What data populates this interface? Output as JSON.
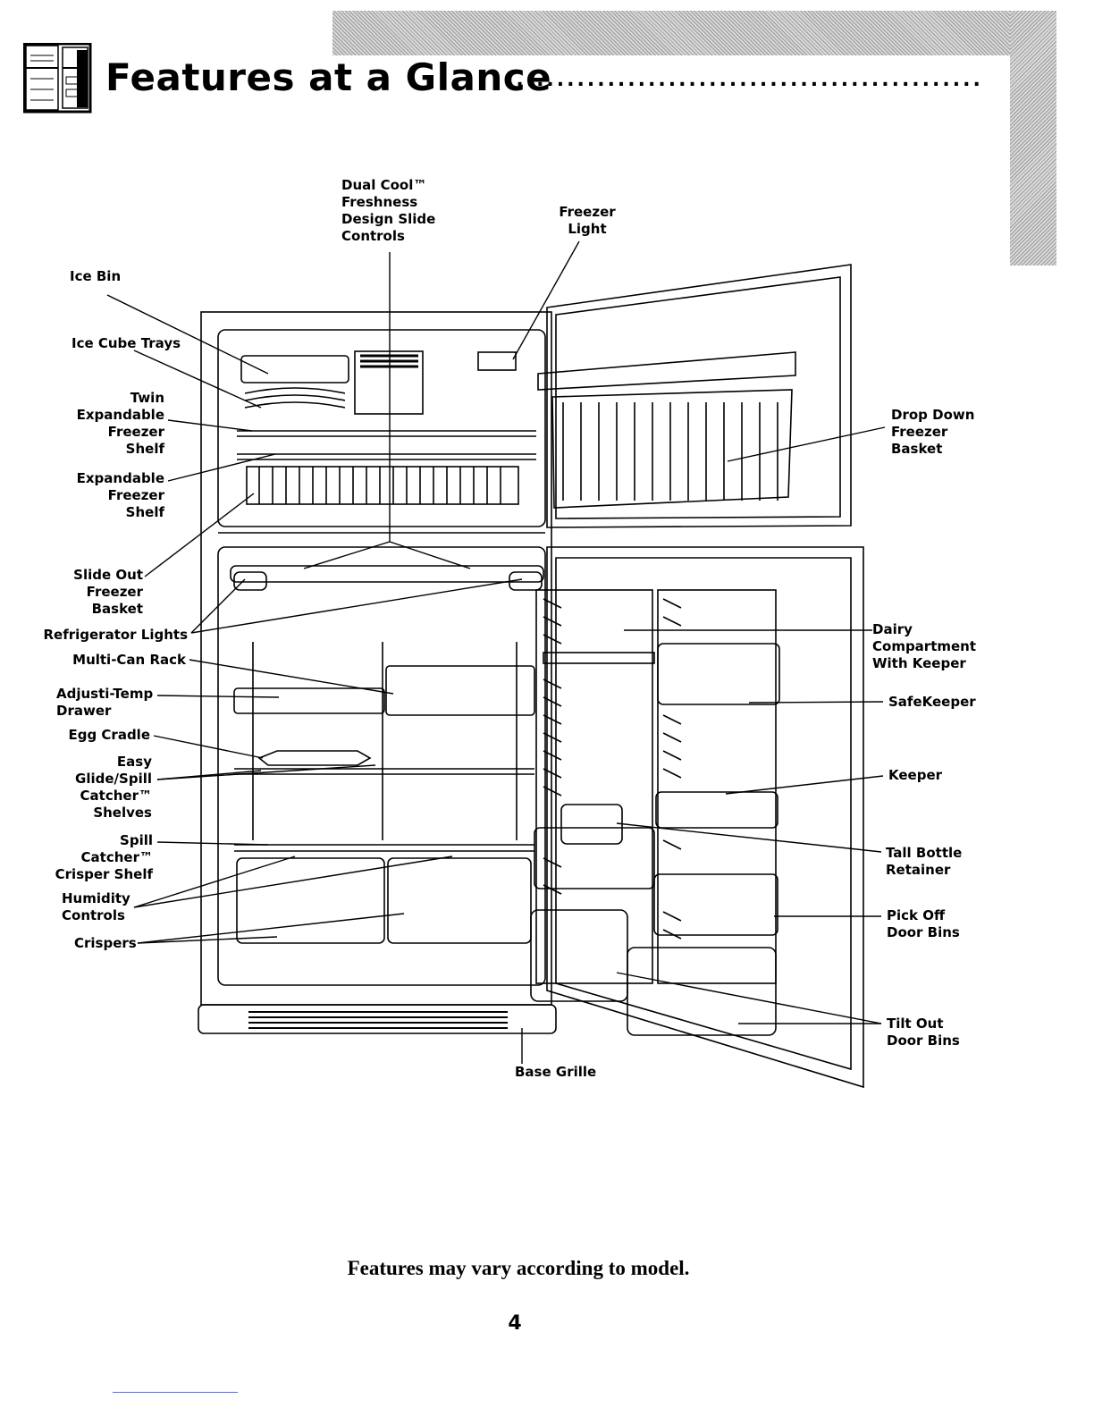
{
  "header": {
    "title": "Features at a Glance",
    "leader": "........................................................................"
  },
  "labels": {
    "dual_cool": "Dual Cool™\nFreshness\nDesign Slide\nControls",
    "freezer_light": "Freezer\nLight",
    "ice_bin": "Ice Bin",
    "ice_cube_trays": "Ice Cube Trays",
    "twin_expandable": "Twin\nExpandable\nFreezer\nShelf",
    "expandable": "Expandable\nFreezer\nShelf",
    "slide_out": "Slide Out\nFreezer\nBasket",
    "refrigerator_lights": "Refrigerator Lights",
    "multi_can": "Multi-Can Rack",
    "adjusti_temp": "Adjusti-Temp\nDrawer",
    "egg_cradle": "Egg Cradle",
    "easy_glide": "Easy\nGlide/Spill\nCatcher™\nShelves",
    "spill_catcher": "Spill\nCatcher™\nCrisper Shelf",
    "humidity": "Humidity\nControls",
    "crispers": "Crispers",
    "drop_down": "Drop Down\nFreezer\nBasket",
    "dairy": "Dairy\nCompartment\nWith Keeper",
    "safekeeper": "SafeKeeper",
    "keeper": "Keeper",
    "tall_bottle": "Tall Bottle\nRetainer",
    "pick_off": "Pick Off\nDoor Bins",
    "tilt_out": "Tilt Out\nDoor Bins",
    "base_grille": "Base Grille"
  },
  "footer": {
    "note": "Features may vary according to model.",
    "page_number": "4"
  },
  "icons": {
    "header_thumbnail": "refrigerator-icon"
  }
}
